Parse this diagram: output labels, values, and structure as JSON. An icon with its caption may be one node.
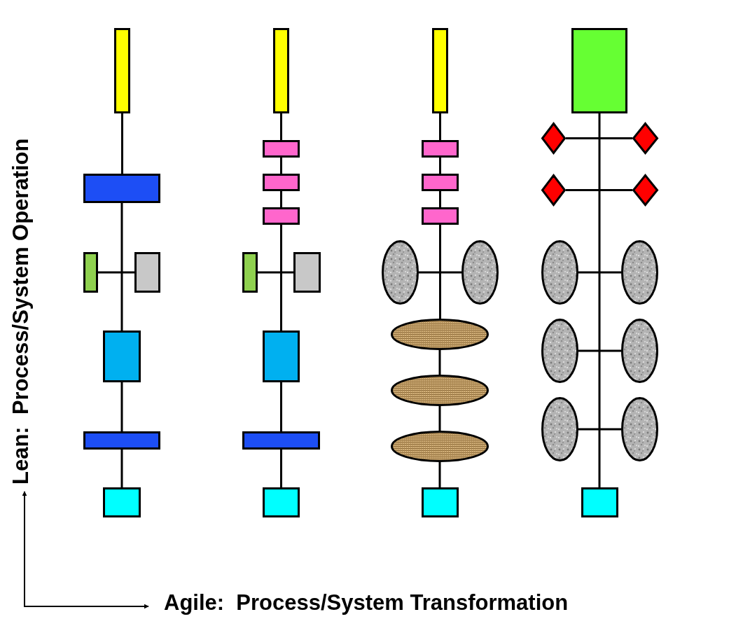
{
  "diagram": {
    "nodes": [
      {
        "text": [],
        "shape": "bar"
      },
      {
        "text": [],
        "shape": "box"
      },
      {
        "text": [],
        "shape": "box"
      },
      {
        "text": [],
        "shape": "box"
      },
      {
        "text": [],
        "shape": "box"
      },
      {
        "text": [],
        "shape": "bar"
      },
      {
        "text": [],
        "shape": "box"
      },
      {
        "text": [],
        "shape": "bar"
      },
      {
        "text": [],
        "shape": "box"
      },
      {
        "text": [],
        "shape": "box"
      },
      {
        "text": [],
        "shape": "box"
      },
      {
        "text": [],
        "shape": "box"
      },
      {
        "text": [],
        "shape": "box"
      },
      {
        "text": [],
        "shape": "box"
      },
      {
        "text": [],
        "shape": "bar"
      },
      {
        "text": [],
        "shape": "box"
      },
      {
        "text": [],
        "shape": "bar"
      },
      {
        "text": [],
        "shape": "box"
      },
      {
        "text": [],
        "shape": "box"
      },
      {
        "text": [],
        "shape": "box"
      },
      {
        "text": [],
        "shape": "ellipse"
      },
      {
        "text": [],
        "shape": "ellipse"
      },
      {
        "text": [],
        "shape": "ellipse"
      },
      {
        "text": [],
        "shape": "ellipse"
      },
      {
        "text": [],
        "shape": "ellipse"
      },
      {
        "text": [],
        "shape": "box"
      },
      {
        "text": [],
        "shape": "box"
      },
      {
        "text": [],
        "shape": "diamond"
      },
      {
        "text": [],
        "shape": "diamond"
      },
      {
        "text": [],
        "shape": "diamond"
      },
      {
        "text": [],
        "shape": "diamond"
      },
      {
        "text": [],
        "shape": "ellipse"
      },
      {
        "text": [],
        "shape": "ellipse"
      },
      {
        "text": [],
        "shape": "ellipse"
      },
      {
        "text": [],
        "shape": "ellipse"
      },
      {
        "text": [],
        "shape": "ellipse"
      },
      {
        "text": [],
        "shape": "ellipse"
      },
      {
        "text": [],
        "shape": "box"
      }
    ],
    "edges": [
      {
        "from": 0,
        "to": 1,
        "arrow": "none"
      },
      {
        "from": 1,
        "to": 4,
        "arrow": "none"
      },
      {
        "from": 2,
        "to": 3,
        "arrow": "none"
      },
      {
        "from": 4,
        "to": 5,
        "arrow": "none"
      },
      {
        "from": 5,
        "to": 6,
        "arrow": "none"
      },
      {
        "from": 7,
        "to": 8,
        "arrow": "none"
      },
      {
        "from": 8,
        "to": 9,
        "arrow": "none"
      },
      {
        "from": 9,
        "to": 10,
        "arrow": "none"
      },
      {
        "from": 10,
        "to": 13,
        "arrow": "none"
      },
      {
        "from": 11,
        "to": 12,
        "arrow": "none"
      },
      {
        "from": 13,
        "to": 14,
        "arrow": "none"
      },
      {
        "from": 14,
        "to": 15,
        "arrow": "none"
      },
      {
        "from": 16,
        "to": 17,
        "arrow": "none"
      },
      {
        "from": 17,
        "to": 18,
        "arrow": "none"
      },
      {
        "from": 18,
        "to": 19,
        "arrow": "none"
      },
      {
        "from": 19,
        "to": 22,
        "arrow": "none"
      },
      {
        "from": 20,
        "to": 21,
        "arrow": "none"
      },
      {
        "from": 22,
        "to": 23,
        "arrow": "none"
      },
      {
        "from": 23,
        "to": 24,
        "arrow": "none"
      },
      {
        "from": 24,
        "to": 25,
        "arrow": "none"
      },
      {
        "from": 26,
        "to": 37,
        "arrow": "none"
      },
      {
        "from": 27,
        "to": 28,
        "arrow": "none"
      },
      {
        "from": 29,
        "to": 30,
        "arrow": "none"
      },
      {
        "from": 31,
        "to": 32,
        "arrow": "none"
      },
      {
        "from": 33,
        "to": 34,
        "arrow": "none"
      },
      {
        "from": 35,
        "to": 36,
        "arrow": "none"
      }
    ],
    "labels": [
      "Lean:  Process/System Operation",
      "Agile:  Process/System Transformation"
    ]
  }
}
